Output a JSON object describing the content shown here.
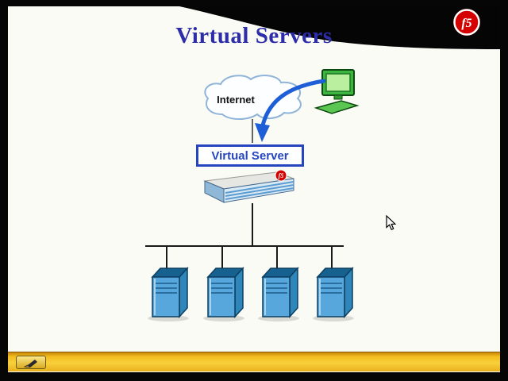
{
  "slide": {
    "title": "Virtual Servers",
    "brand": {
      "logo_text": "f5"
    },
    "diagram": {
      "internet_label": "Internet",
      "virtual_server_label": "Virtual Server",
      "appliance_badge": "f5",
      "server_count": "4"
    }
  },
  "icons": {
    "annotation_pen": "pencil-icon",
    "pointer": "arrow-cursor"
  },
  "colors": {
    "title_blue": "#2d2daa",
    "accent_blue": "#2545c0",
    "arrow_blue": "#1e5ed6",
    "brand_red": "#d40000",
    "tower_front_blue": "#57a7dc",
    "tower_top_blue": "#16618f",
    "computer_green": "#3cb440",
    "toolbar_gold": "#f3bc1e"
  }
}
